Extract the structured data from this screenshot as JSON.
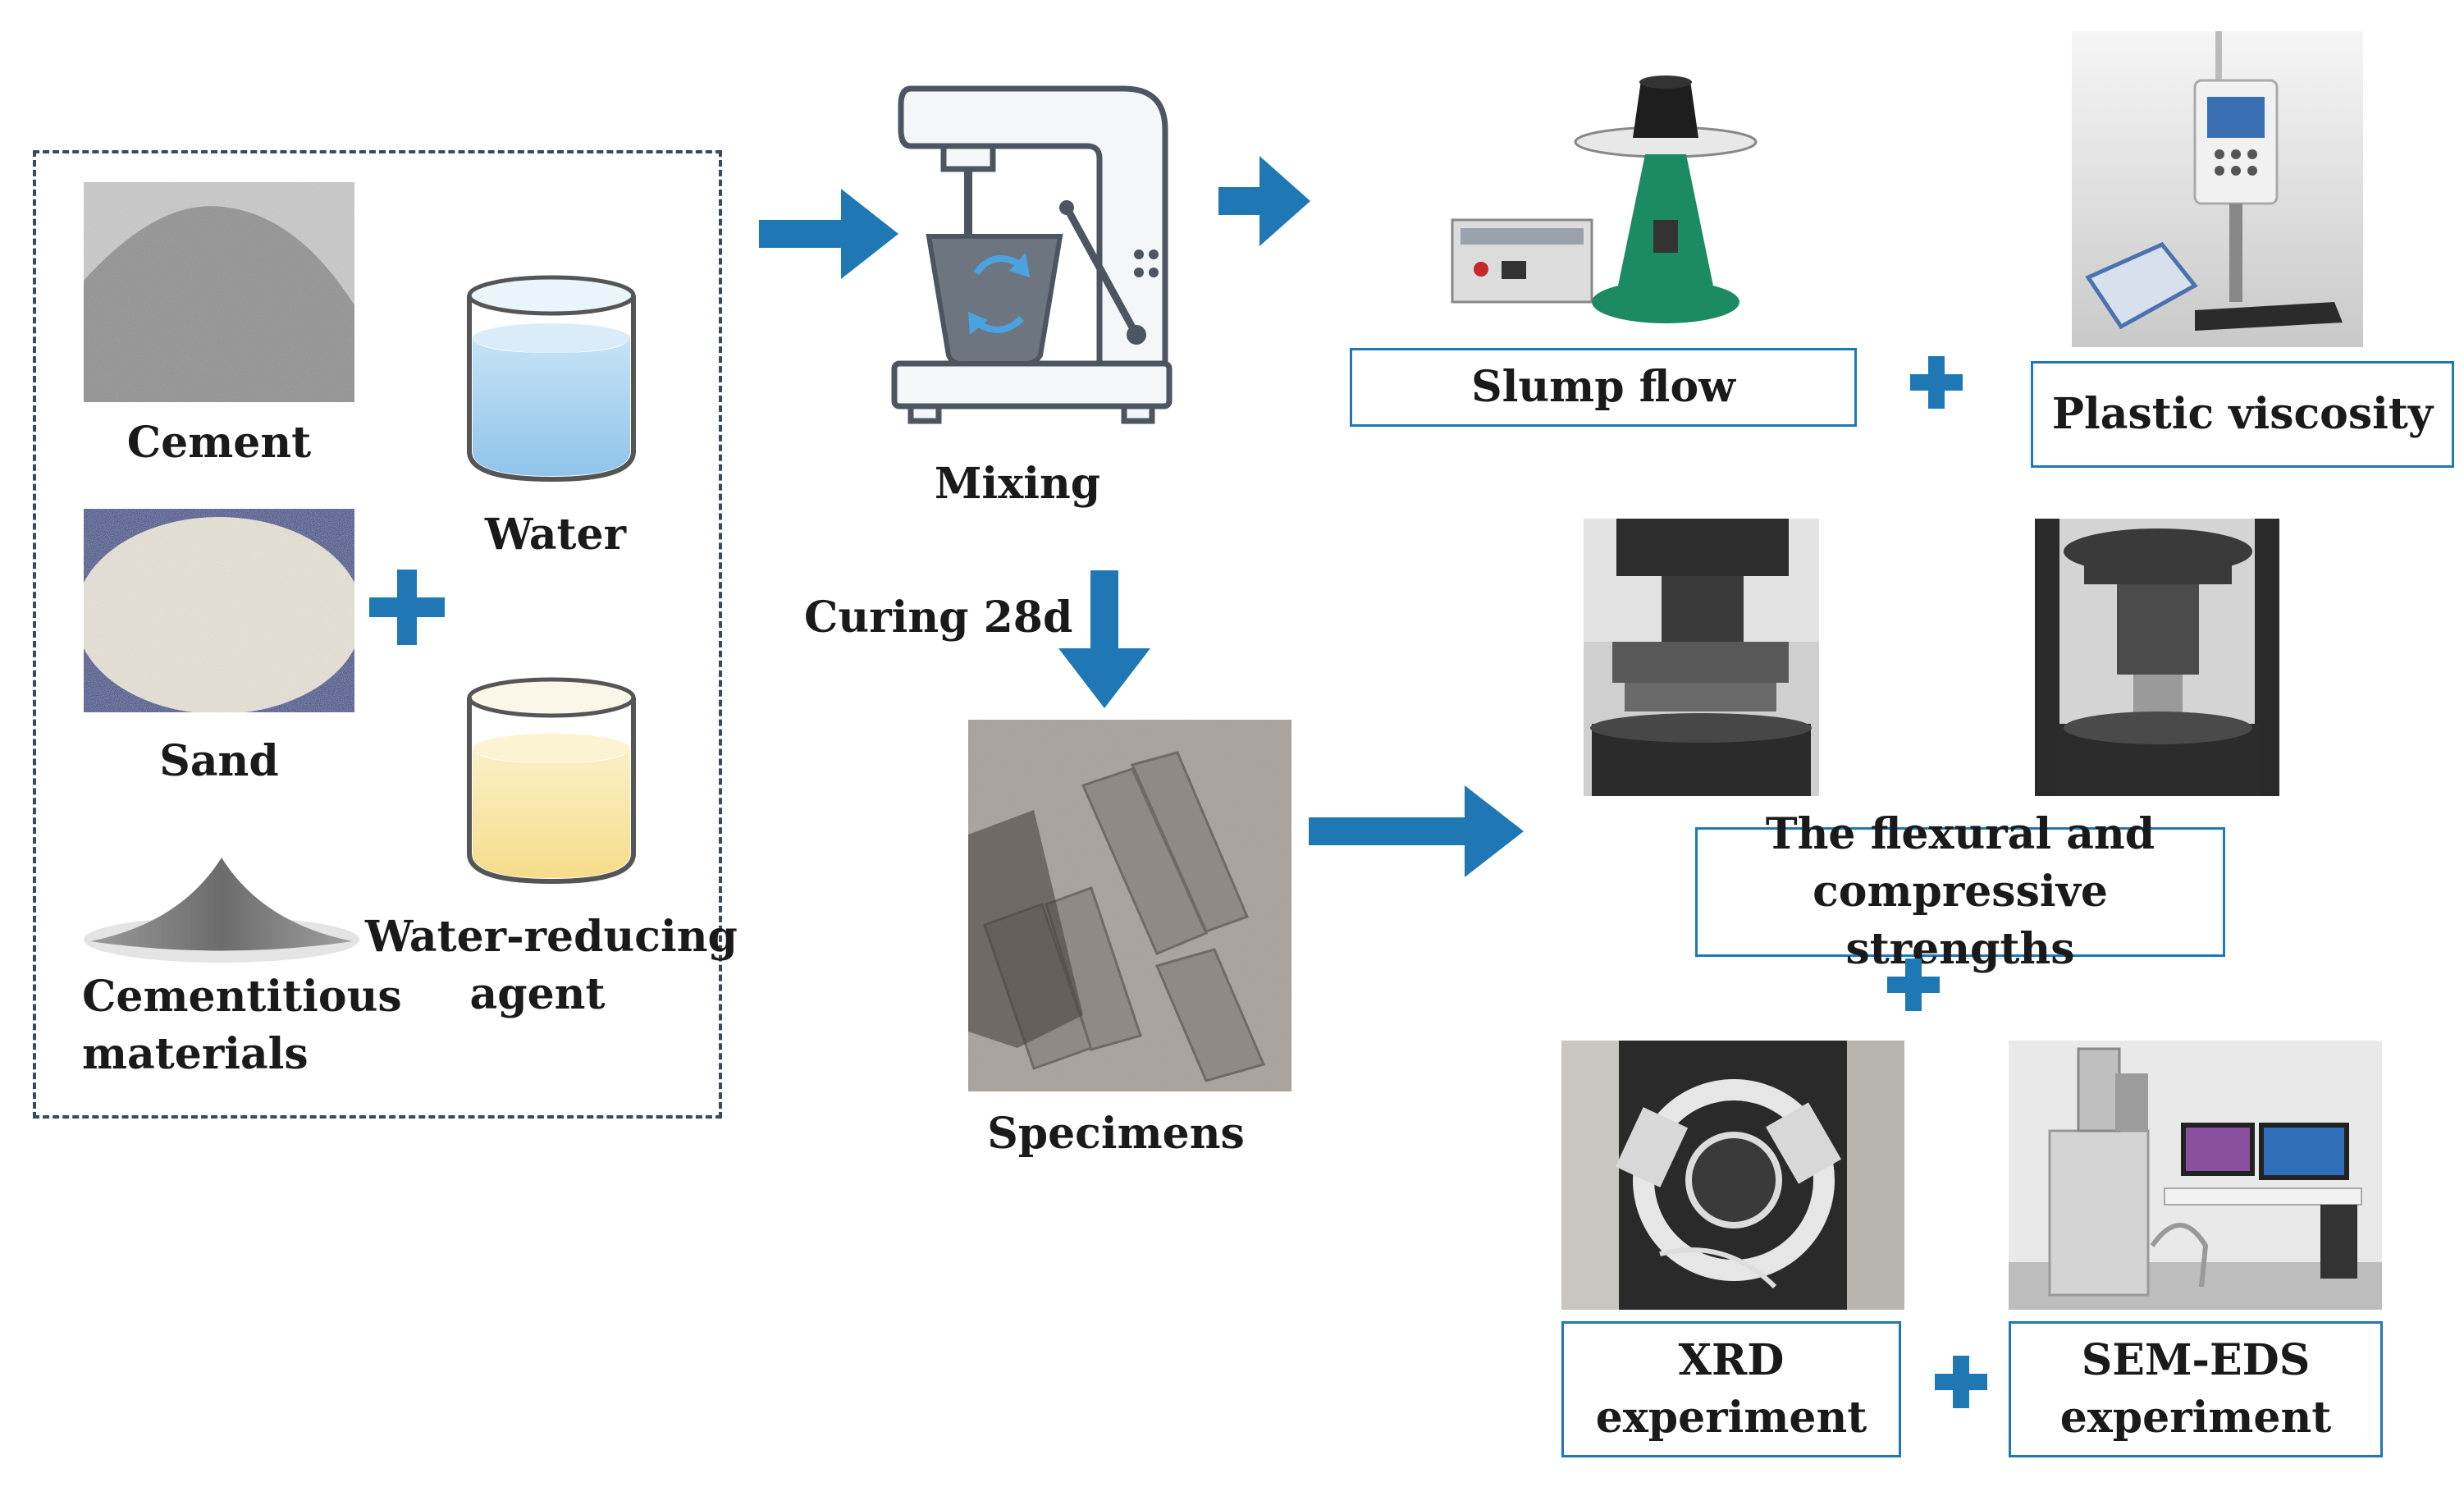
{
  "inputs": {
    "cement": "Cement",
    "water": "Water",
    "sand": "Sand",
    "water_reducing_line1": "Water-reducing",
    "water_reducing_line2": "agent",
    "cementitious_line1": "Cementitious",
    "cementitious_line2": "materials"
  },
  "process": {
    "mixing": "Mixing",
    "curing": "Curing 28d",
    "specimens": "Specimens"
  },
  "tests": {
    "slump_flow": "Slump flow",
    "plastic_viscosity": "Plastic viscosity",
    "strength_line1": "The flexural and",
    "strength_line2": "compressive strengths",
    "xrd_line1": "XRD",
    "xrd_line2": "experiment",
    "sem_line1": "SEM-EDS",
    "sem_line2": "experiment"
  },
  "colors": {
    "accent": "#1f78b4",
    "border_dashed": "#3b4a5a"
  }
}
